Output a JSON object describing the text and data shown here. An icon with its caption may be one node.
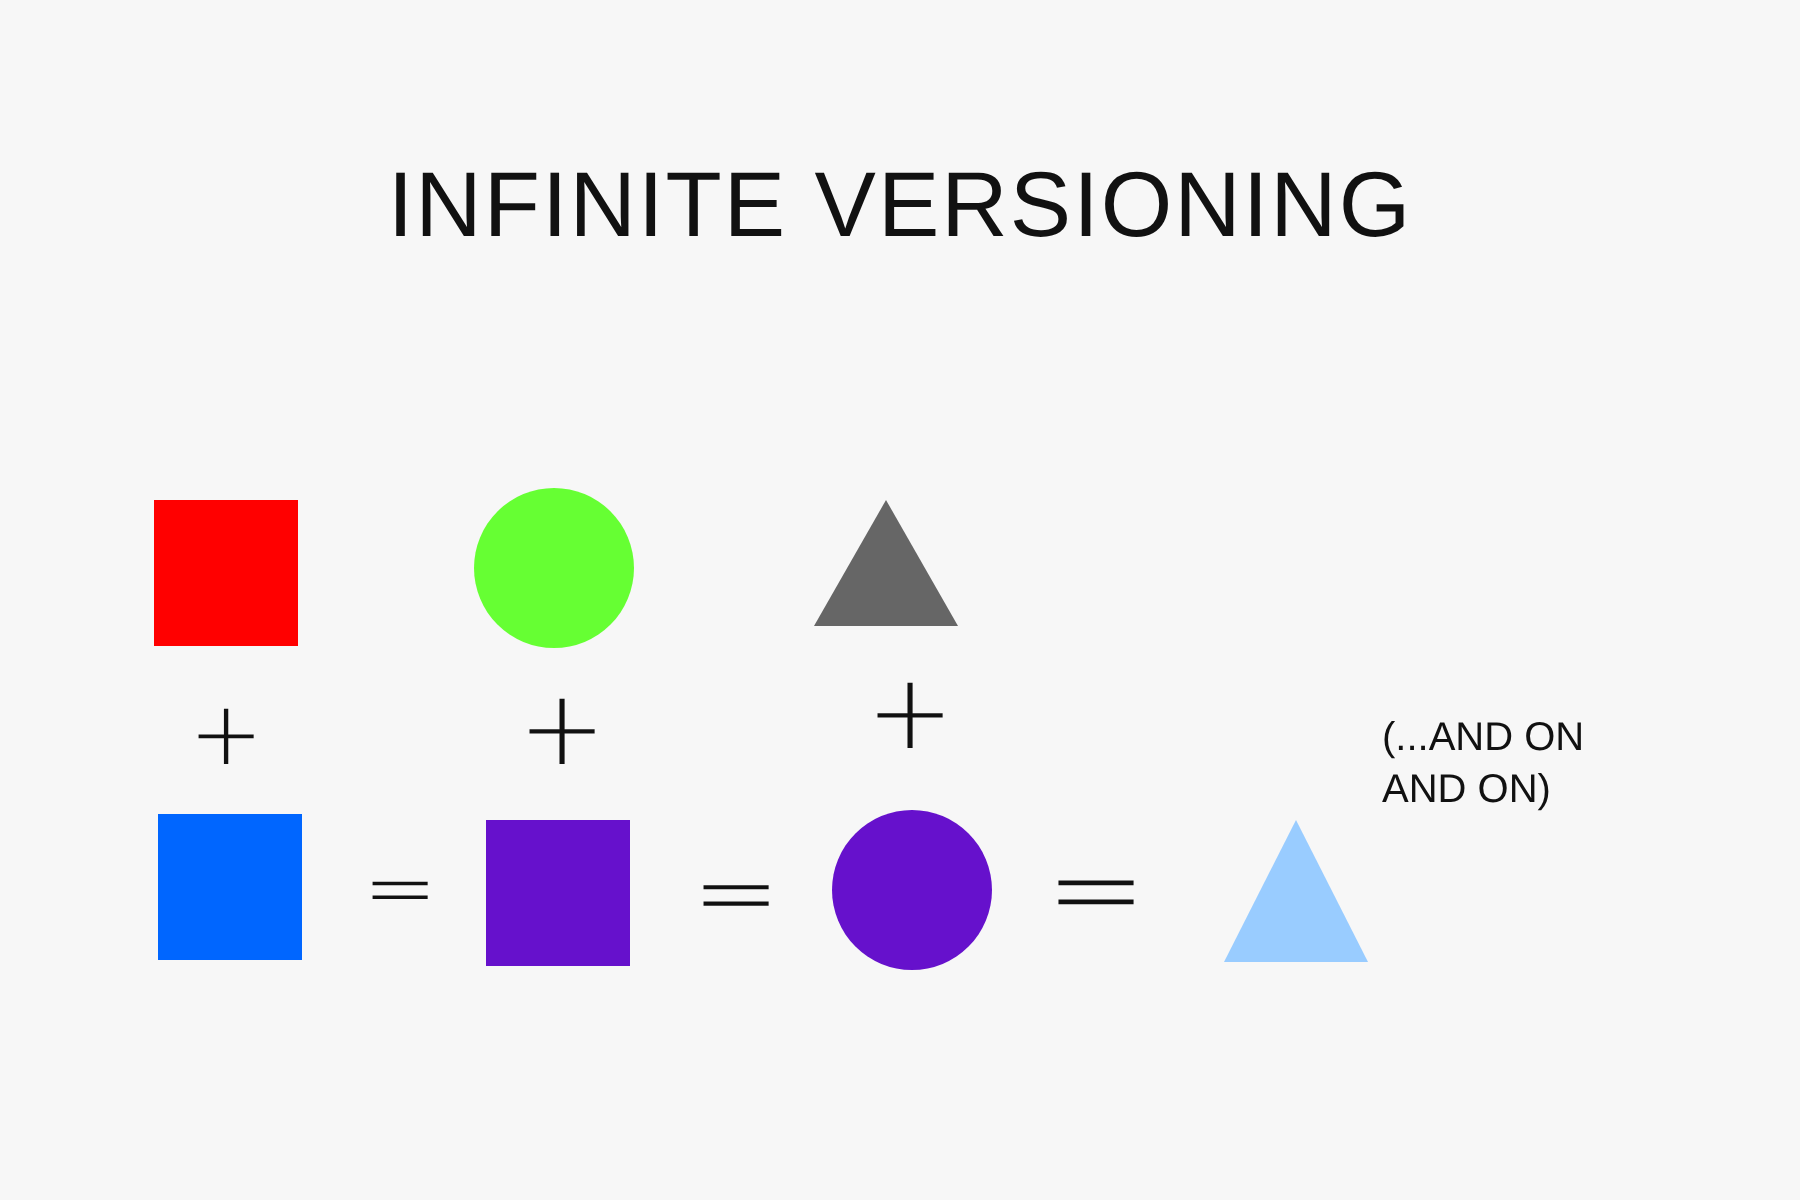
{
  "diagram": {
    "title": "INFINITE VERSIONING",
    "nodes": [
      {
        "text": [],
        "shape": "box"
      },
      {
        "text": [],
        "shape": "circle"
      },
      {
        "text": [],
        "shape": "triangle"
      },
      {
        "text": [],
        "shape": "box"
      },
      {
        "text": [],
        "shape": "box"
      },
      {
        "text": [],
        "shape": "circle"
      },
      {
        "text": [],
        "shape": "triangle"
      }
    ],
    "labels": [
      "+",
      "+",
      "+",
      "(...AND ON AND ON)",
      "=",
      "=",
      "="
    ]
  }
}
